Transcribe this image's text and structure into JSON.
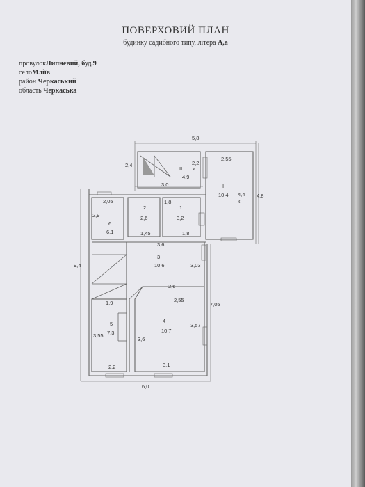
{
  "header": {
    "title": "ПОВЕРХОВИЙ ПЛАН",
    "subtitle_prefix": "будинку садибного типу, літера",
    "subtitle_letter": "А,а"
  },
  "address": {
    "street_label": "провулок",
    "street_value": "Липневий, буд.9",
    "village_label": "село",
    "village_value": "Мліїв",
    "district_label": "район",
    "district_value": "Черкаський",
    "region_label": "область",
    "region_value": "Черкаська"
  },
  "plan": {
    "dimensions": {
      "top_width": "5,8",
      "veranda_left": "2,4",
      "veranda_inner": "2,2",
      "veranda_depth": "4,9",
      "veranda_width": "3,0",
      "room1_top": "2,55",
      "right_height": "4,8",
      "room1_side": "4,4",
      "room6_top": "2,05",
      "room6_side": "2,9",
      "room2_side": "1,8",
      "room6_bottom": "1,45",
      "room1_bottom": "1,8",
      "left_height": "9,4",
      "hall_top": "3,6",
      "hall_side": "3,03",
      "hall_bottom": "2,6",
      "stair_width": "1,9",
      "room4_top": "2,55",
      "right_lower_height": "7,05",
      "room5_side": "3,55",
      "room4_left": "3,6",
      "room4_right": "3,57",
      "room5_bottom": "2,2",
      "room4_bottom": "3,1",
      "bottom_width": "6,0"
    },
    "rooms": {
      "veranda": {
        "number": "II",
        "area": "4,9",
        "letter": "к"
      },
      "room1": {
        "number": "1",
        "area": "3,2"
      },
      "room1a": {
        "number": "I",
        "area": "10,4",
        "letter": "к"
      },
      "room2": {
        "number": "2",
        "area": "2,6"
      },
      "room3": {
        "number": "3",
        "area": "10,6"
      },
      "room4": {
        "number": "4",
        "area": "10,7"
      },
      "room5": {
        "number": "5",
        "area": "7,3"
      },
      "room6": {
        "number": "6",
        "area": "6,1"
      }
    }
  }
}
